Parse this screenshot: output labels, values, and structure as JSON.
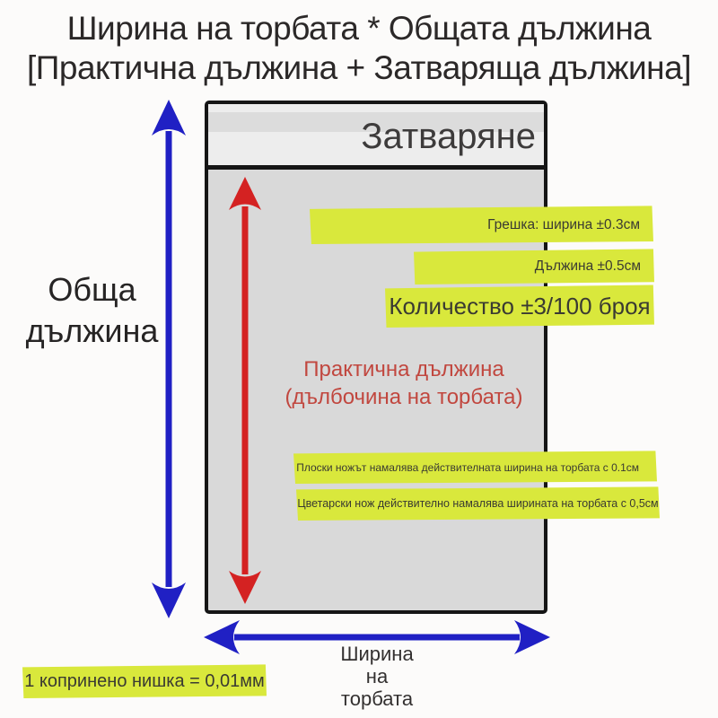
{
  "title": {
    "line1": "Ширина на торбата * Общата дължина",
    "line2": "[Практична дължина + Затваряща дължина]"
  },
  "bag": {
    "flap_label": "Затваряне"
  },
  "labels": {
    "total_length": {
      "line1": "Обща",
      "line2": "дължина"
    },
    "practical_length": {
      "line1": "Практична дължина",
      "line2": "(дълбочина на торбата)"
    },
    "bag_width": {
      "line1": "Ширина",
      "line2": "на",
      "line3": "торбата"
    }
  },
  "highlights": {
    "error_width": "Грешка: ширина ±0.3см",
    "length_tolerance": "Дължина ±0.5см",
    "quantity": "Количество ±3/100 броя",
    "flat_knife": "Плоски ножът намалява действителната ширина на торбата с 0.1см",
    "florist_knife": "Цветарски нож действително намалява ширината на торбата с 0,5см",
    "silk_thread": "1 копринено нишка = 0,01мм"
  },
  "colors": {
    "arrow_blue": "#2020c4",
    "arrow_red": "#d42222",
    "highlight_yellow": "#d9e83c",
    "bag_body_gray": "#d9d9d9",
    "bag_flap_gray": "#ededed"
  }
}
